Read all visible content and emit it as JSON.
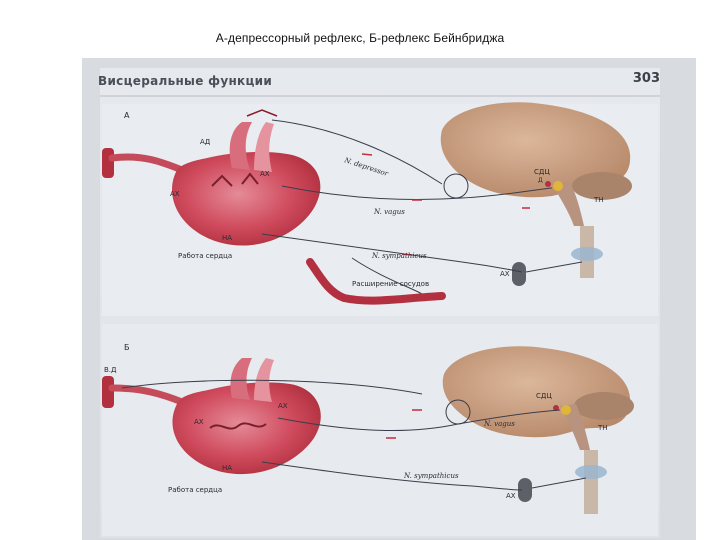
{
  "slide": {
    "caption": "А-депрессорный рефлекс, Б-рефлекс Бейнбриджа"
  },
  "page": {
    "header": "Висцеральные функции",
    "number": "303"
  },
  "panel_a": {
    "letter": "А",
    "labels": {
      "ad": "АД",
      "ah_left": "АХ",
      "ah_right": "АХ",
      "na": "НА",
      "depressor": "N. depressor",
      "vagus": "N. vagus",
      "sympathicus": "N. sympathicus",
      "ah_ganglion": "АХ",
      "sdc": "СДЦ",
      "d": "Д",
      "tn": "ТН",
      "work": "Работа сердца",
      "dilation": "Расширение сосудов"
    }
  },
  "panel_b": {
    "letter": "Б",
    "labels": {
      "vd": "В.Д",
      "ah_left": "АХ",
      "ah_right": "АХ",
      "na": "НА",
      "vagus": "N. vagus",
      "sympathicus": "N. sympathicus",
      "ah_ganglion": "АХ",
      "sdc": "СДЦ",
      "tn": "ТН",
      "work": "Работа сердца"
    }
  },
  "colors": {
    "heart": "#cc4a5a",
    "brain": "#c9a184",
    "cerebellum": "#a9836a",
    "page_top": "#e4e7ec",
    "page_bottom": "#e2e5ea",
    "spinal": "#9ab6cf",
    "nerve": "#3b3e4a"
  }
}
